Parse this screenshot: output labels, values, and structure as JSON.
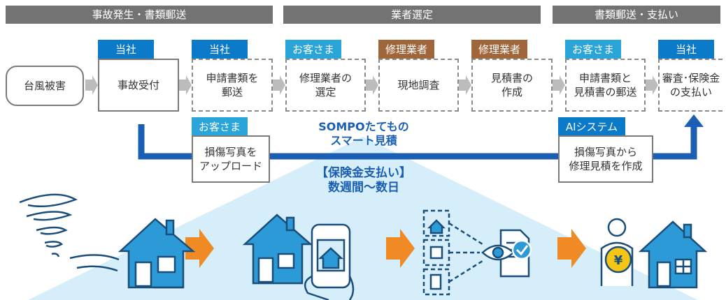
{
  "phases": [
    "事故発生・書類郵送",
    "業者選定",
    "書類郵送・支払い"
  ],
  "flow": {
    "start": "台風被害",
    "steps": [
      {
        "tag": "当社",
        "text": "事故受付"
      },
      {
        "tag": "当社",
        "text": "申請書類を\n郵送"
      },
      {
        "tag": "お客さま",
        "text": "修理業者の\n選定"
      },
      {
        "tag": "修理業者",
        "text": "現地調査"
      },
      {
        "tag": "修理業者",
        "text": "見積書の\n作成"
      },
      {
        "tag": "お客さま",
        "text": "申請書類と\n見積書の郵送"
      },
      {
        "tag": "当社",
        "text": "審査･保険金\nの支払い"
      }
    ]
  },
  "smart": {
    "upload": {
      "tag": "お客さま",
      "text": "損傷写真を\nアップロード"
    },
    "ai": {
      "tag": "AIシステム",
      "text": "損傷写真から\n修理見積を作成"
    },
    "title_line1": "SOMPOたてもの",
    "title_line2": "スマート見積",
    "payment_line1": "【保険金支払い】",
    "payment_line2": "数週間～数日"
  },
  "colors": {
    "blue": "#1a5fb4",
    "light_blue": "#d6eef9",
    "orange": "#f08a24",
    "gray": "#737373"
  },
  "icons": [
    "tornado-house-icon",
    "phone-photo-icon",
    "ai-review-icon",
    "insurance-payment-icon"
  ]
}
